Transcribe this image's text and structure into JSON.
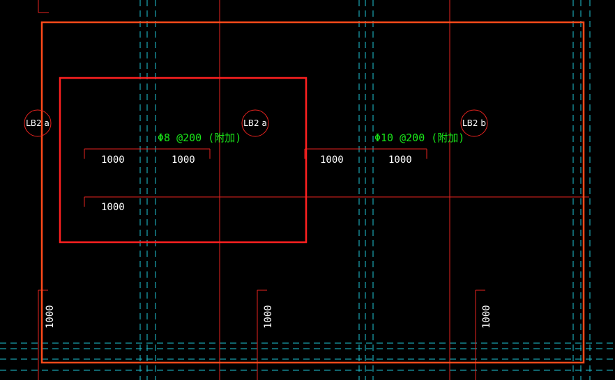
{
  "drawing": {
    "background": "#000000",
    "colors": {
      "axis_line": "#e8231f",
      "dash_line": "#20c8d8",
      "slab_border": "#ff4a1a",
      "highlight_box": "#ff2020",
      "rebar_text": "#19e619",
      "dimension_text": "#ffffff"
    },
    "slab_tags": [
      {
        "id": "tag-left",
        "label": "LB2 a"
      },
      {
        "id": "tag-middle",
        "label": "LB2 a"
      },
      {
        "id": "tag-right",
        "label": "LB2 b"
      }
    ],
    "rebar_labels": [
      {
        "id": "rebar-left",
        "text": "Φ8 @200 (附加)"
      },
      {
        "id": "rebar-right",
        "text": "Φ10 @200 (附加)"
      }
    ],
    "dimensions": {
      "upper_row": [
        "1000",
        "1000",
        "1000",
        "1000"
      ],
      "lower_row": [
        "1000"
      ],
      "vertical": [
        "1000",
        "1000",
        "1000"
      ]
    }
  }
}
